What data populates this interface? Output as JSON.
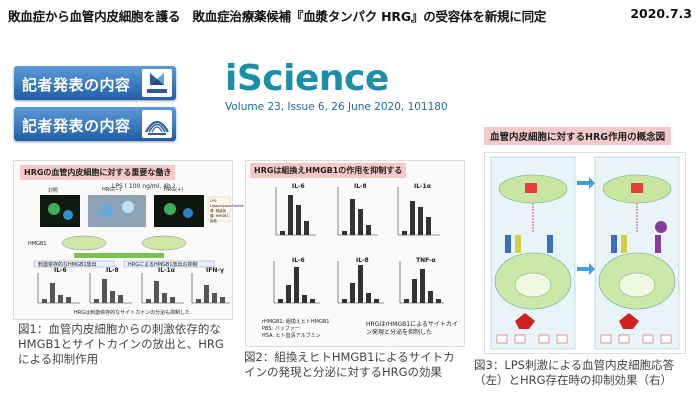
{
  "header": {
    "title": "敗血症から血管内皮細胞を護る　敗血症治療薬候補『血漿タンパク HRG』の受容体を新規に同定",
    "date": "2020.7.3"
  },
  "buttons": [
    {
      "label": "記者発表の内容",
      "logo": "amed-logo"
    },
    {
      "label": "記者発表の内容",
      "logo": "university-emblem"
    }
  ],
  "journal": {
    "name": "iScience",
    "volume": "Volume 23, Issue 6, 26 June 2020, 101180"
  },
  "fig1": {
    "title": "HRGの血管内皮細胞に対する重要な働き",
    "lps_label": "LPS ( 100 ng/ml, 4h )",
    "panels": [
      "対照",
      "HRG(−)",
      "HRG(+)"
    ],
    "legend": [
      "LPS: Lipopolysaccharide",
      "青: 核染色",
      "緑: HMGB1染色"
    ],
    "hmgb1": "HMGB1",
    "release_label_a": "刺激依存的なHMGB1放出",
    "release_label_b": "HRGによるHMGB1放出の抑制",
    "charts": [
      "IL-6",
      "IL-8",
      "IL-1α",
      "IFN-γ"
    ],
    "chart_footer": "HRGは刺激依存的なサイトカインの分泌も抑制した",
    "caption": "図1：血管内皮細胞からの刺激依存的なHMGB1とサイトカインの放出と、HRGによる抑制作用"
  },
  "fig2": {
    "title": "HRGは組換えHMGB1の作用を抑制する",
    "top_charts": [
      "IL-6",
      "IL-8",
      "IL-1α"
    ],
    "bottom_charts": [
      "IL-6",
      "IL-8",
      "TNF-α"
    ],
    "legend": [
      "rHMGB1: 組換えヒトHMGB1",
      "PBS: バッファー",
      "HSA: ヒト血清アルブミン"
    ],
    "note": "HRGはrHMGB1によるサイトカイン発現と分泌を抑制した",
    "caption": "図2：組換えヒトHMGB1によるサイトカインの発現と分泌に対するHRGの効果"
  },
  "fig3": {
    "title": "血管内皮細胞に対するHRG作用の概念図",
    "caption": "図3：LPS刺激による血管内皮細胞応答（左）とHRG存在時の抑制効果（右）"
  },
  "colors": {
    "button": "#2a6ab4",
    "journal": "#1c8fa8",
    "fig_title_bg": "#f6c8c8",
    "cell_green": "#9fd07a",
    "arrow": "#3ea0e0"
  }
}
